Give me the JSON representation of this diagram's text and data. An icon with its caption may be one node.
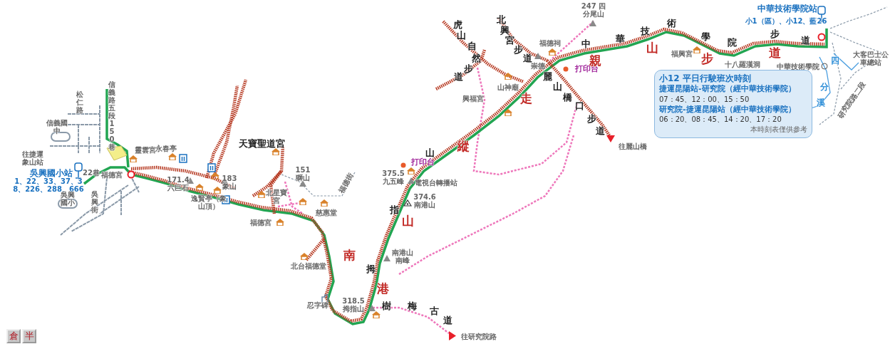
{
  "diagram": {
    "nodes": [
      {
        "text": [
          "小12 平日行駛班次時刻",
          "捷運昆陽站-研究院（經中華技術學院）",
          "07：45、12：00、15：50",
          "研究院-捷運昆陽站（經中華技術學院）",
          "06：20、08：45、14：20、17：20",
          "本時刻表僅供參考"
        ]
      },
      {
        "text": [
          "倉"
        ]
      },
      {
        "text": [
          "半"
        ]
      }
    ],
    "labels": [
      "247 四分尾山",
      "虎",
      "山",
      "自",
      "然",
      "步",
      "道",
      "北",
      "興",
      "宮",
      "步",
      "道",
      "福德祠",
      "中",
      "華",
      "技",
      "術",
      "學",
      "院",
      "步",
      "道",
      "中華技術學院站",
      "小1（區）、小12、藍26",
      "崇德",
      "打印台",
      "親",
      "山",
      "福興宮",
      "步",
      "道",
      "十八羅漢洞",
      "大客巴士公車總站",
      "四",
      "中華技術學院",
      "研究院路二段",
      "分",
      "溪",
      "山神廟",
      "興福宮",
      "麗",
      "山",
      "橋",
      "口",
      "步",
      "道",
      "走",
      "縱",
      "往麗山橋",
      "松仁路",
      "信義路五段150巷",
      "信義國中",
      "往捷運象山站",
      "吳興國小站",
      "1、22、33、37、38、226、288、666",
      "22巷",
      "福德宮",
      "靈雲宮",
      "永春亭",
      "天寶聖道宮",
      "171.4 六巨石",
      "183 象山",
      "151 獅山",
      "逸賢亭（象山頂）",
      "北星寶宮",
      "福德街",
      "慈惠堂",
      "山",
      "打印台",
      "375.5 九五峰",
      "電視台轉播站",
      "374.6 南港山",
      "福德宮",
      "吳興國小",
      "吳興街",
      "指",
      "山",
      "南",
      "南港山南峰",
      "拇",
      "港",
      "北台福德堂",
      "忍字碑",
      "318.5 拇指山",
      "樹",
      "梅",
      "古",
      "道",
      "往研究院路"
    ]
  }
}
